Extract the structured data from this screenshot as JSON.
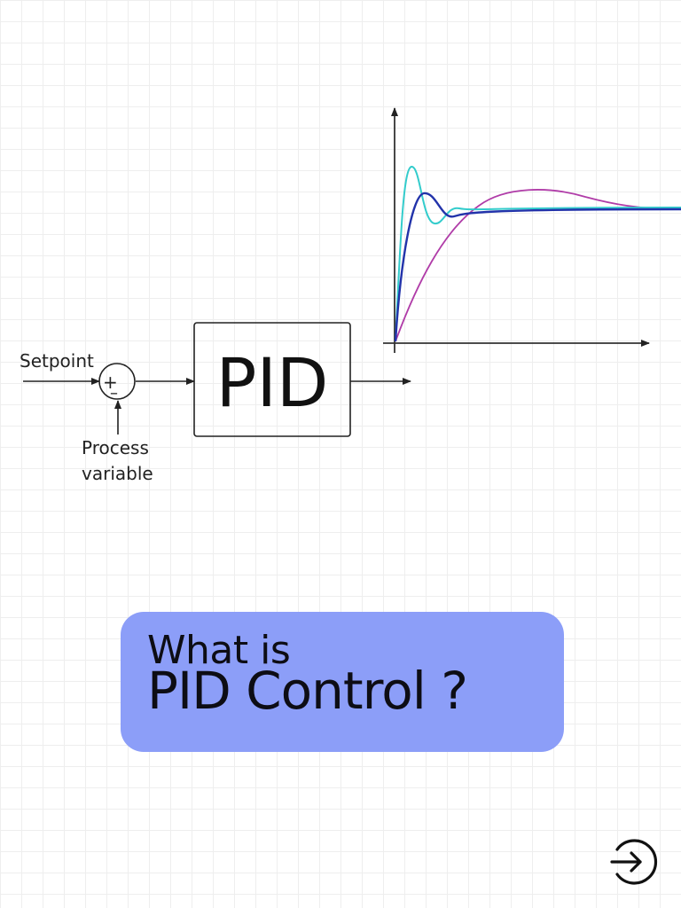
{
  "diagram": {
    "setpoint_label": "Setpoint",
    "plus_sign": "+",
    "minus_sign": "–",
    "process_label_line1": "Process",
    "process_label_line2": "variable",
    "controller_label": "PID"
  },
  "response_plot": {
    "curve_colors": [
      "#33cccc",
      "#2233aa",
      "#b03ca8"
    ]
  },
  "title_card": {
    "line1": "What is",
    "line2": "PID Control ?",
    "background": "#8c9ef8"
  },
  "next_button": {
    "icon": "arrow-right-circle-icon"
  }
}
